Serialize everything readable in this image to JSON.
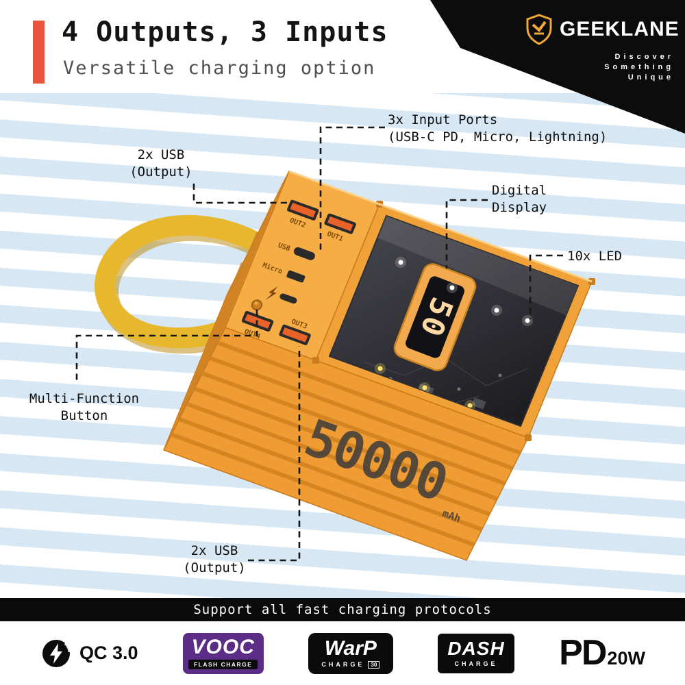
{
  "header": {
    "title": "4 Outputs, 3 Inputs",
    "subtitle": "Versatile charging option"
  },
  "brand": {
    "name": "GEEKLANE",
    "tagline": [
      "Discover",
      "Something",
      "Unique"
    ]
  },
  "callouts": {
    "usb_top": {
      "lines": [
        "2x USB",
        "(Output)"
      ]
    },
    "inputs": {
      "lines": [
        "3x Input Ports",
        "(USB-C PD, Micro, Lightning)"
      ]
    },
    "display": {
      "lines": [
        "Digital",
        "Display"
      ]
    },
    "led": {
      "lines": [
        "10x LED"
      ]
    },
    "multifunction": {
      "lines": [
        "Multi-Function",
        "Button"
      ]
    },
    "usb_bottom": {
      "lines": [
        "2x USB",
        "(Output)"
      ]
    }
  },
  "device": {
    "capacity": "50000",
    "capacity_unit": "mAh",
    "display_value": "50",
    "port_labels": {
      "out1": "OUT1",
      "out2": "OUT2",
      "out3": "OUT3",
      "out4": "OUT4",
      "usb_c": "USB",
      "micro": "Micro"
    }
  },
  "footer": {
    "banner": "Support all fast charging protocols",
    "protocols": {
      "qc": {
        "label": "QC 3.0"
      },
      "vooc": {
        "name": "VOOC",
        "sub": "FLASH CHARGE"
      },
      "warp": {
        "name": "WarP",
        "sub": "CHARGE",
        "badge": "30"
      },
      "dash": {
        "name": "DASH",
        "sub": "CHARGE"
      },
      "pd": {
        "name": "PD",
        "watt": "20W"
      }
    }
  },
  "colors": {
    "accent": "#e8553c",
    "brand_gold": "#f0a83a",
    "vooc_purple": "#5b2d87",
    "stripe_blue": "#d7e8f4",
    "device_orange": "#f2a237"
  }
}
